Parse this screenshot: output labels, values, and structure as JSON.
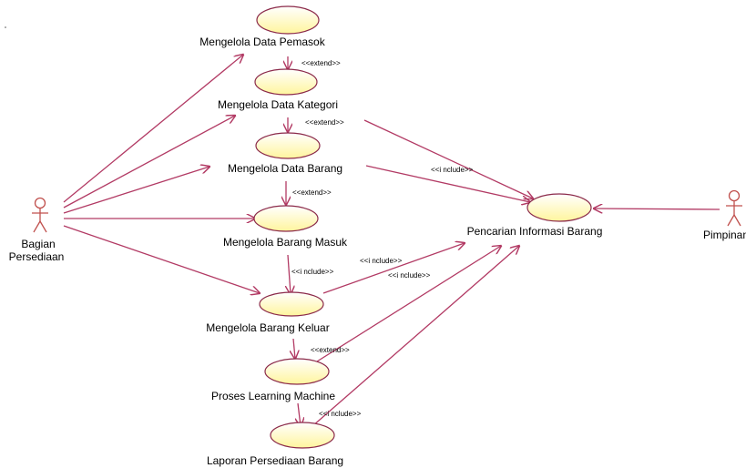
{
  "actors": {
    "bagian": {
      "line1": "Bagian",
      "line2": "Persediaan"
    },
    "pimpinan": {
      "label": "Pimpinan"
    }
  },
  "use_cases": {
    "pemasok": "Mengelola Data Pemasok",
    "kategori": "Mengelola Data Kategori",
    "barang": "Mengelola Data Barang",
    "masuk": "Mengelola Barang Masuk",
    "keluar": "Mengelola Barang Keluar",
    "learning": "Proses Learning Machine",
    "laporan": "Laporan Persediaan Barang",
    "pencarian": "Pencarian Informasi Barang"
  },
  "stereotypes": {
    "extend_pemasok_kategori": "<<extend>>",
    "extend_kategori_barang": "<<extend>>",
    "extend_barang_masuk": "<<extend>>",
    "include_masuk_keluar": "<<i nclude>>",
    "include_barang_pencarian": "<<i nclude>>",
    "include_keluar_pencarian": "<<i nclude>>",
    "include_learning_pencarian": "<<i nclude>>",
    "extend_keluar_learning": "<<extend>>",
    "include_laporan_pencarian": "<<i nclude>>"
  },
  "colors": {
    "use_case_fill": "#fff9c4",
    "use_case_stroke": "#8b2a4a",
    "actor_stroke": "#c0504d",
    "edge": "#b23a64"
  }
}
